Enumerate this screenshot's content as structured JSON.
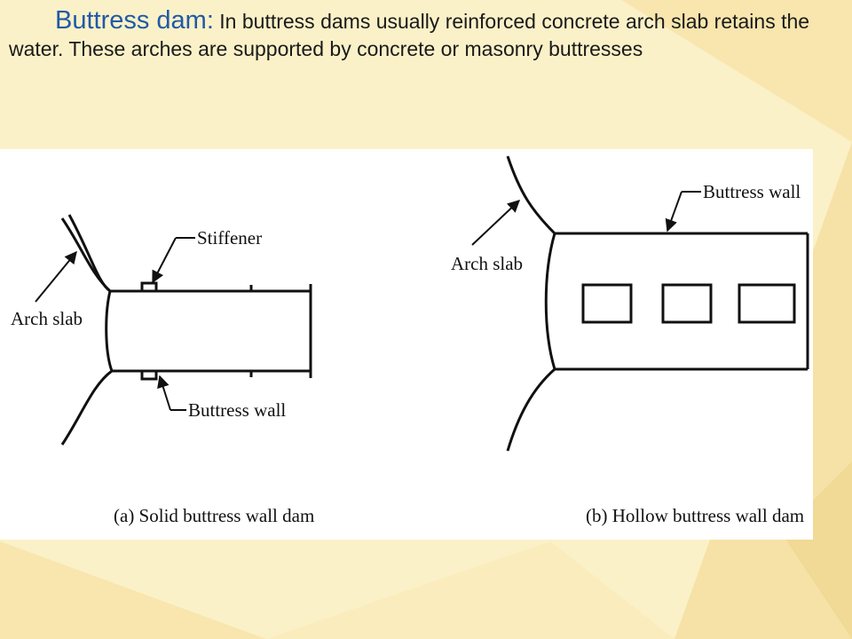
{
  "slide": {
    "heading_lead": "Buttress dam:",
    "heading_body": " In buttress dams usually reinforced concrete arch slab retains the water. These arches are supported by concrete or masonry buttresses"
  },
  "figure": {
    "left": {
      "label_stiffener": "Stiffener",
      "label_arch_slab": "Arch slab",
      "label_buttress_wall": "Buttress wall",
      "caption": "(a) Solid buttress wall dam"
    },
    "right": {
      "label_buttress_wall": "Buttress wall",
      "label_arch_slab": "Arch slab",
      "caption": "(b) Hollow buttress wall dam"
    }
  },
  "colors": {
    "heading_lead": "#1f5aa8",
    "background": "#fbf1c8",
    "figure_bg": "#ffffff"
  }
}
